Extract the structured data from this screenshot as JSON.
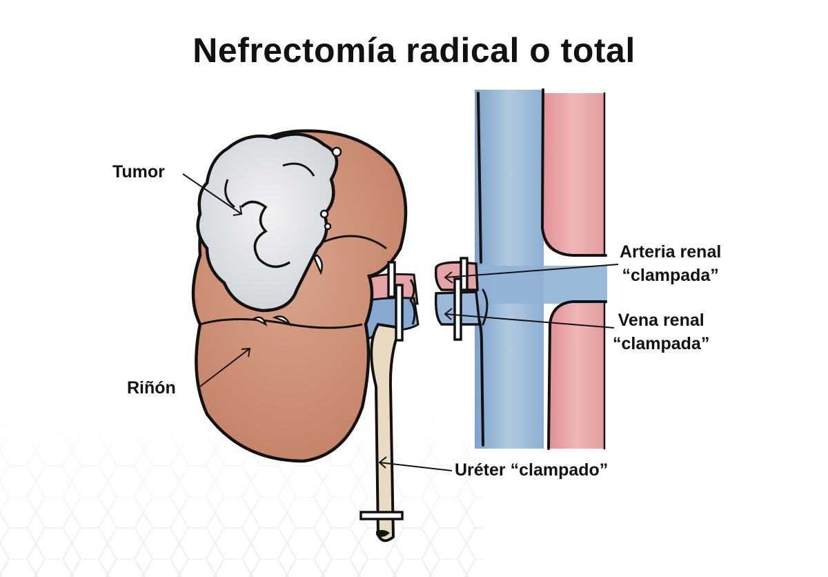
{
  "title": "Nefrectomía radical o total",
  "labels": {
    "tumor": "Tumor",
    "kidney": "Riñón",
    "artery_line1": "Arteria renal",
    "artery_line2": "“clampada”",
    "vein_line1": "Vena renal",
    "vein_line2": "“clampada”",
    "ureter": "Uréter “clampado”"
  },
  "colors": {
    "kidney": "#c98a6e",
    "tumor": "#e4e6e9",
    "vein": "#7fa6cc",
    "artery": "#e3999c",
    "ureter": "#e6d8bf",
    "outline": "#111111",
    "hex_pattern": "#eeeeee"
  },
  "icons": [
    "tumor-pointer-arrow",
    "kidney-pointer-arrow",
    "artery-pointer-arrow",
    "vein-pointer-arrow",
    "ureter-pointer-arrow",
    "surgical-clamp"
  ]
}
